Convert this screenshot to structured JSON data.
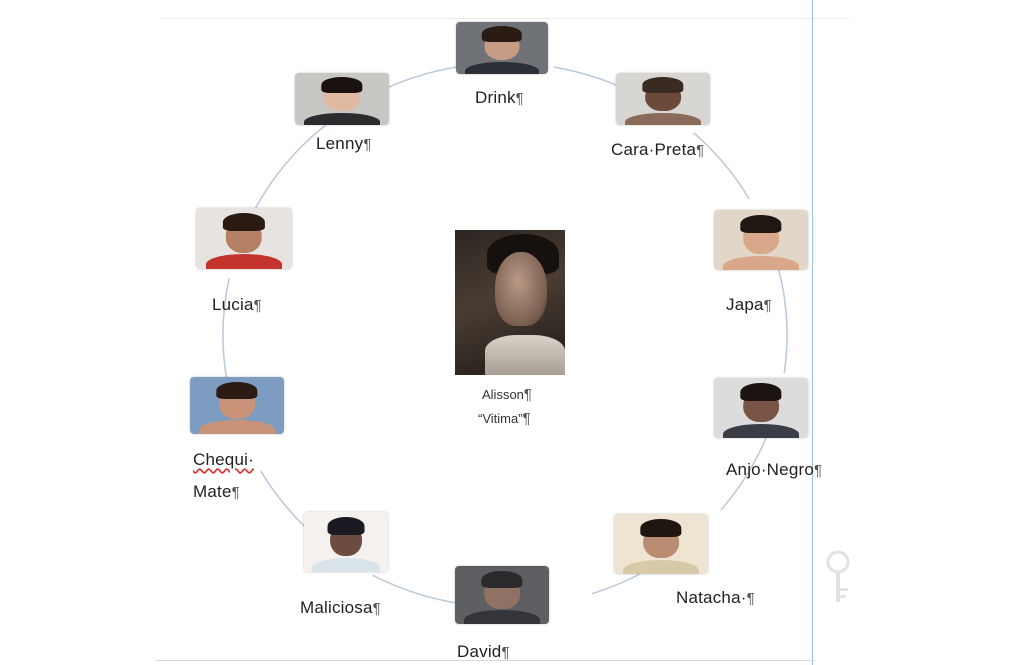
{
  "diagram": {
    "center": {
      "name": "Alisson",
      "role": "“Vitima”",
      "pilcrow": "¶"
    },
    "nodes": [
      {
        "key": "drink",
        "label": "Drink",
        "icon": "person-photo-icon",
        "colors": {
          "bg": "#6f7378",
          "skin": "#c79c84",
          "hair": "#2a1c14",
          "body": "#2c2f35"
        }
      },
      {
        "key": "cara-preta",
        "label": "Cara·Preta",
        "icon": "person-photo-icon",
        "colors": {
          "bg": "#d7d6d2",
          "skin": "#6b4a3a",
          "hair": "#3a2b22",
          "body": "#8a6a58"
        }
      },
      {
        "key": "japa",
        "label": "Japa",
        "icon": "person-photo-icon",
        "colors": {
          "bg": "#e2d6c8",
          "skin": "#d9a88b",
          "hair": "#1f1712",
          "body": "#d9a88b"
        }
      },
      {
        "key": "anjo-negro",
        "label": "Anjo·Negro",
        "icon": "person-photo-icon",
        "colors": {
          "bg": "#dcdcdc",
          "skin": "#7a5546",
          "hair": "#1b1410",
          "body": "#3a3d45"
        }
      },
      {
        "key": "natacha",
        "label": "Natacha·",
        "icon": "person-photo-icon",
        "colors": {
          "bg": "#efe4d2",
          "skin": "#b98c74",
          "hair": "#1f1612",
          "body": "#d8c9a8"
        }
      },
      {
        "key": "david",
        "label": "David",
        "icon": "person-photo-icon",
        "colors": {
          "bg": "#5e5f62",
          "skin": "#8f7263",
          "hair": "#2a2a2c",
          "body": "#34353a"
        }
      },
      {
        "key": "maliciosa",
        "label": "Maliciosa",
        "icon": "person-photo-icon",
        "colors": {
          "bg": "#f4f1ee",
          "skin": "#6c4c3e",
          "hair": "#1a1a22",
          "body": "#d9e3ea"
        }
      },
      {
        "key": "chequi-mate",
        "label": "Chequi·",
        "label2": "Mate",
        "icon": "person-photo-icon",
        "colors": {
          "bg": "#7d9cc2",
          "skin": "#c89378",
          "hair": "#2a1c14",
          "body": "#c89378"
        }
      },
      {
        "key": "lucia",
        "label": "Lucia",
        "icon": "person-photo-icon",
        "colors": {
          "bg": "#e6e3e0",
          "skin": "#b57f63",
          "hair": "#2a1a12",
          "body": "#c4342e"
        }
      },
      {
        "key": "lenny",
        "label": "Lenny",
        "icon": "person-photo-icon",
        "colors": {
          "bg": "#c9c7c4",
          "skin": "#e0b9a3",
          "hair": "#1a1210",
          "body": "#2c2c30"
        }
      }
    ],
    "pilcrow": "¶",
    "ring_color": "#b9c9d9"
  }
}
